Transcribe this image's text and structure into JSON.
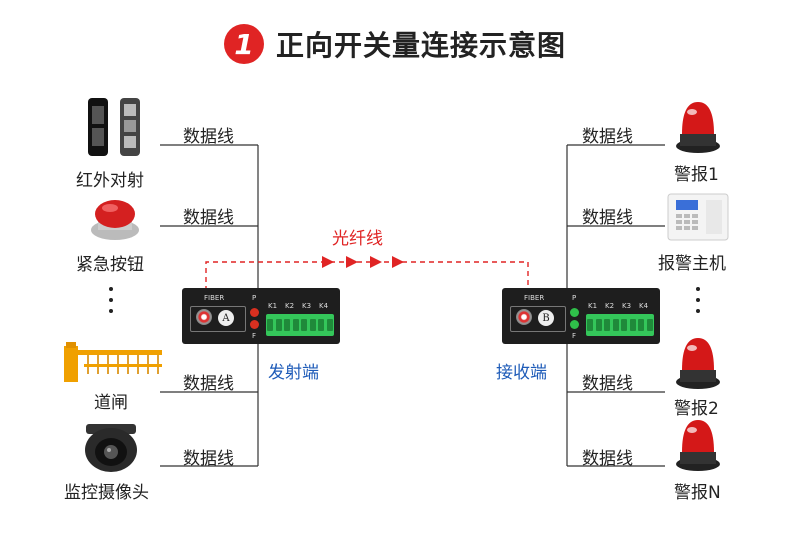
{
  "title": {
    "number": "1",
    "text": "正向开关量连接示意图"
  },
  "left_devices": [
    {
      "label": "红外对射",
      "icon": "infrared-beam-icon",
      "line_label": "数据线"
    },
    {
      "label": "紧急按钮",
      "icon": "emergency-button-icon",
      "line_label": "数据线"
    },
    {
      "label": "道闸",
      "icon": "barrier-gate-icon",
      "line_label": "数据线"
    },
    {
      "label": "监控摄像头",
      "icon": "dome-camera-icon",
      "line_label": "数据线"
    }
  ],
  "right_devices": [
    {
      "label": "警报1",
      "icon": "alarm-light-icon",
      "line_label": "数据线"
    },
    {
      "label": "报警主机",
      "icon": "alarm-host-icon",
      "line_label": "数据线"
    },
    {
      "label": "警报2",
      "icon": "alarm-light-icon",
      "line_label": "数据线"
    },
    {
      "label": "警报N",
      "icon": "alarm-light-icon",
      "line_label": "数据线"
    }
  ],
  "fiber_label": "光纤线",
  "transmitter": {
    "label": "发射端",
    "port_letter": "A",
    "fiber_text": "FIBER",
    "p": "P",
    "f": "F",
    "k1": "K1",
    "k2": "K2",
    "k3": "K3",
    "k4": "K4"
  },
  "receiver": {
    "label": "接收端",
    "port_letter": "B",
    "fiber_text": "FIBER",
    "p": "P",
    "f": "F",
    "k1": "K1",
    "k2": "K2",
    "k3": "K3",
    "k4": "K4"
  },
  "colors": {
    "accent": "#e02424",
    "label_blue": "#1e5bb8",
    "device_body": "#1e1e1e",
    "terminal_green": "#34c65a"
  }
}
